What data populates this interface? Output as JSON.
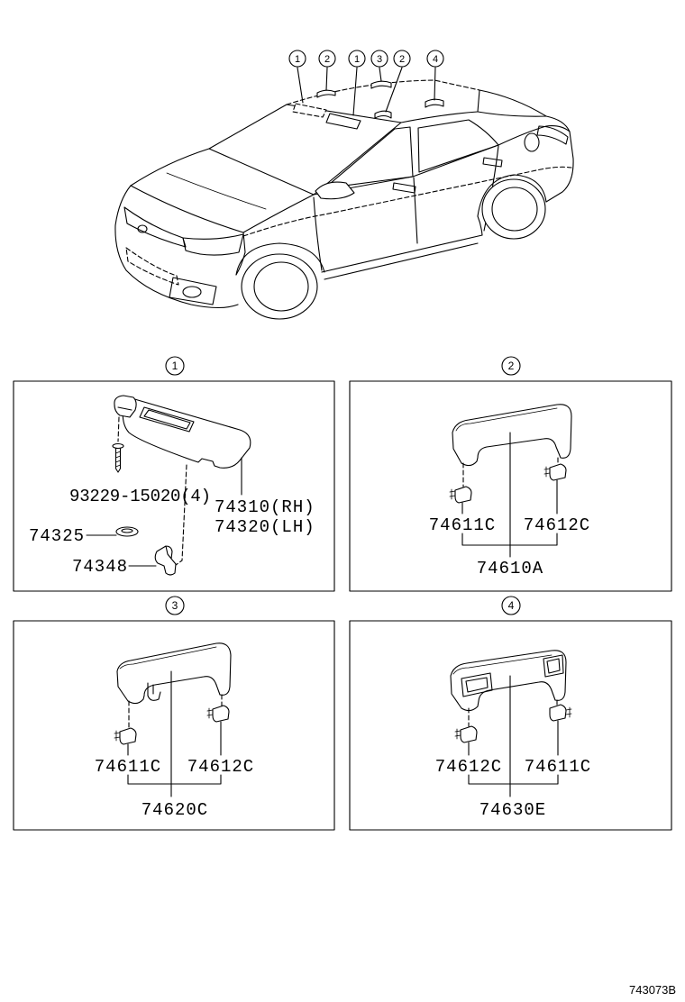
{
  "overview": {
    "callouts": [
      "1",
      "2",
      "1",
      "3",
      "2",
      "4"
    ]
  },
  "sections": [
    {
      "number": "1",
      "labels": {
        "screw": "93229-15020(4)",
        "visor_rh": "74310(RH)",
        "visor_lh": "74320(LH)",
        "washer": "74325",
        "holder": "74348"
      }
    },
    {
      "number": "2",
      "labels": {
        "cap_left": "74611C",
        "cap_right": "74612C",
        "assembly": "74610A"
      }
    },
    {
      "number": "3",
      "labels": {
        "cap_left": "74611C",
        "cap_right": "74612C",
        "assembly": "74620C"
      }
    },
    {
      "number": "4",
      "labels": {
        "cap_left": "74612C",
        "cap_right": "74611C",
        "assembly": "74630E"
      }
    }
  ],
  "figure_code": "743073B",
  "colors": {
    "line": "#000000",
    "background": "#ffffff"
  }
}
